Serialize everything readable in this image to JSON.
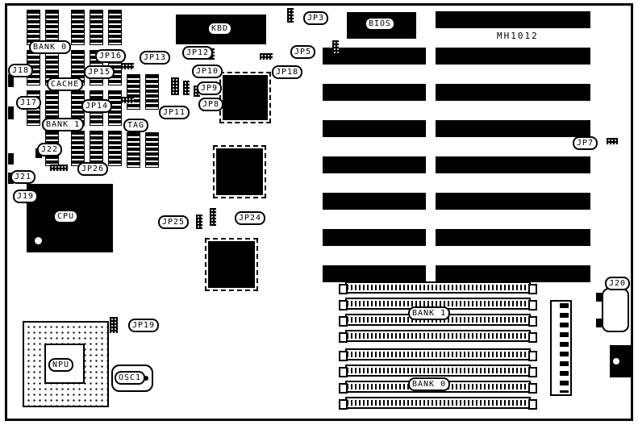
{
  "title": "MH1012",
  "colors": {
    "board_bg": "#ffffff",
    "component": "#000000"
  },
  "labels": {
    "kbd": "KBD",
    "bios": "BIOS",
    "cpu": "CPU",
    "npu": "NPU",
    "osc1": "OSC1",
    "cache": "CACHE",
    "tag": "TAG",
    "bank0_cache": "BANK 0",
    "bank1_cache": "BANK 1",
    "bank1_simm": "BANK 1",
    "bank0_simm": "BANK 0",
    "jp3": "JP3",
    "jp5": "JP5",
    "jp7": "JP7",
    "jp8": "JP8",
    "jp9": "JP9",
    "jp10": "JP10",
    "jp11": "JP11",
    "jp12": "JP12",
    "jp13": "JP13",
    "jp14": "JP14",
    "jp15": "JP15",
    "jp16": "JP16",
    "jp18": "JP18",
    "jp19": "JP19",
    "jp24": "JP24",
    "jp25": "JP25",
    "jp26": "JP26",
    "j17": "J17",
    "j18": "J18",
    "j19": "J19",
    "j20": "J20",
    "j21": "J21",
    "j22": "J22"
  }
}
